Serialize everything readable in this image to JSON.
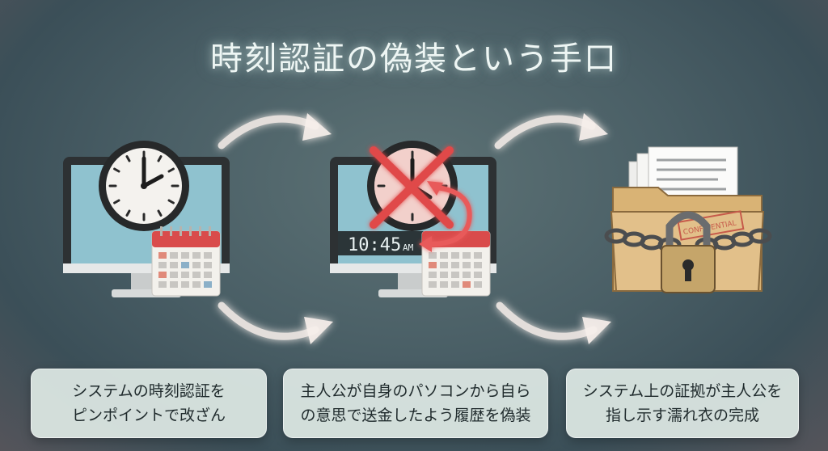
{
  "title": "時刻認証の偽装という手口",
  "center_clock_readout": "10:45",
  "center_clock_ampm": "AM",
  "confidential_stamp": "CONFIDENTIAL",
  "captions": [
    {
      "line1": "システムの時刻認証を",
      "line2": "ピンポイントで改ざん"
    },
    {
      "line1": "主人公が自身のパソコンから自ら",
      "line2": "の意思で送金したよう履歴を偽装"
    },
    {
      "line1": "システム上の証拠が主人公を",
      "line2": "指し示す濡れ衣の完成"
    }
  ],
  "icons": {
    "left": [
      "monitor-icon",
      "clock-icon",
      "calendar-icon"
    ],
    "center": [
      "monitor-icon",
      "clock-icon",
      "cross-mark-icon",
      "reverse-arrow-icon",
      "calendar-icon"
    ],
    "right": [
      "document-stack-icon",
      "folder-icon",
      "chain-icon",
      "padlock-icon"
    ]
  },
  "colors": {
    "accent_red": "#e04848",
    "screen_blue": "#8fc2cf",
    "folder_tan": "#e2c08a"
  }
}
